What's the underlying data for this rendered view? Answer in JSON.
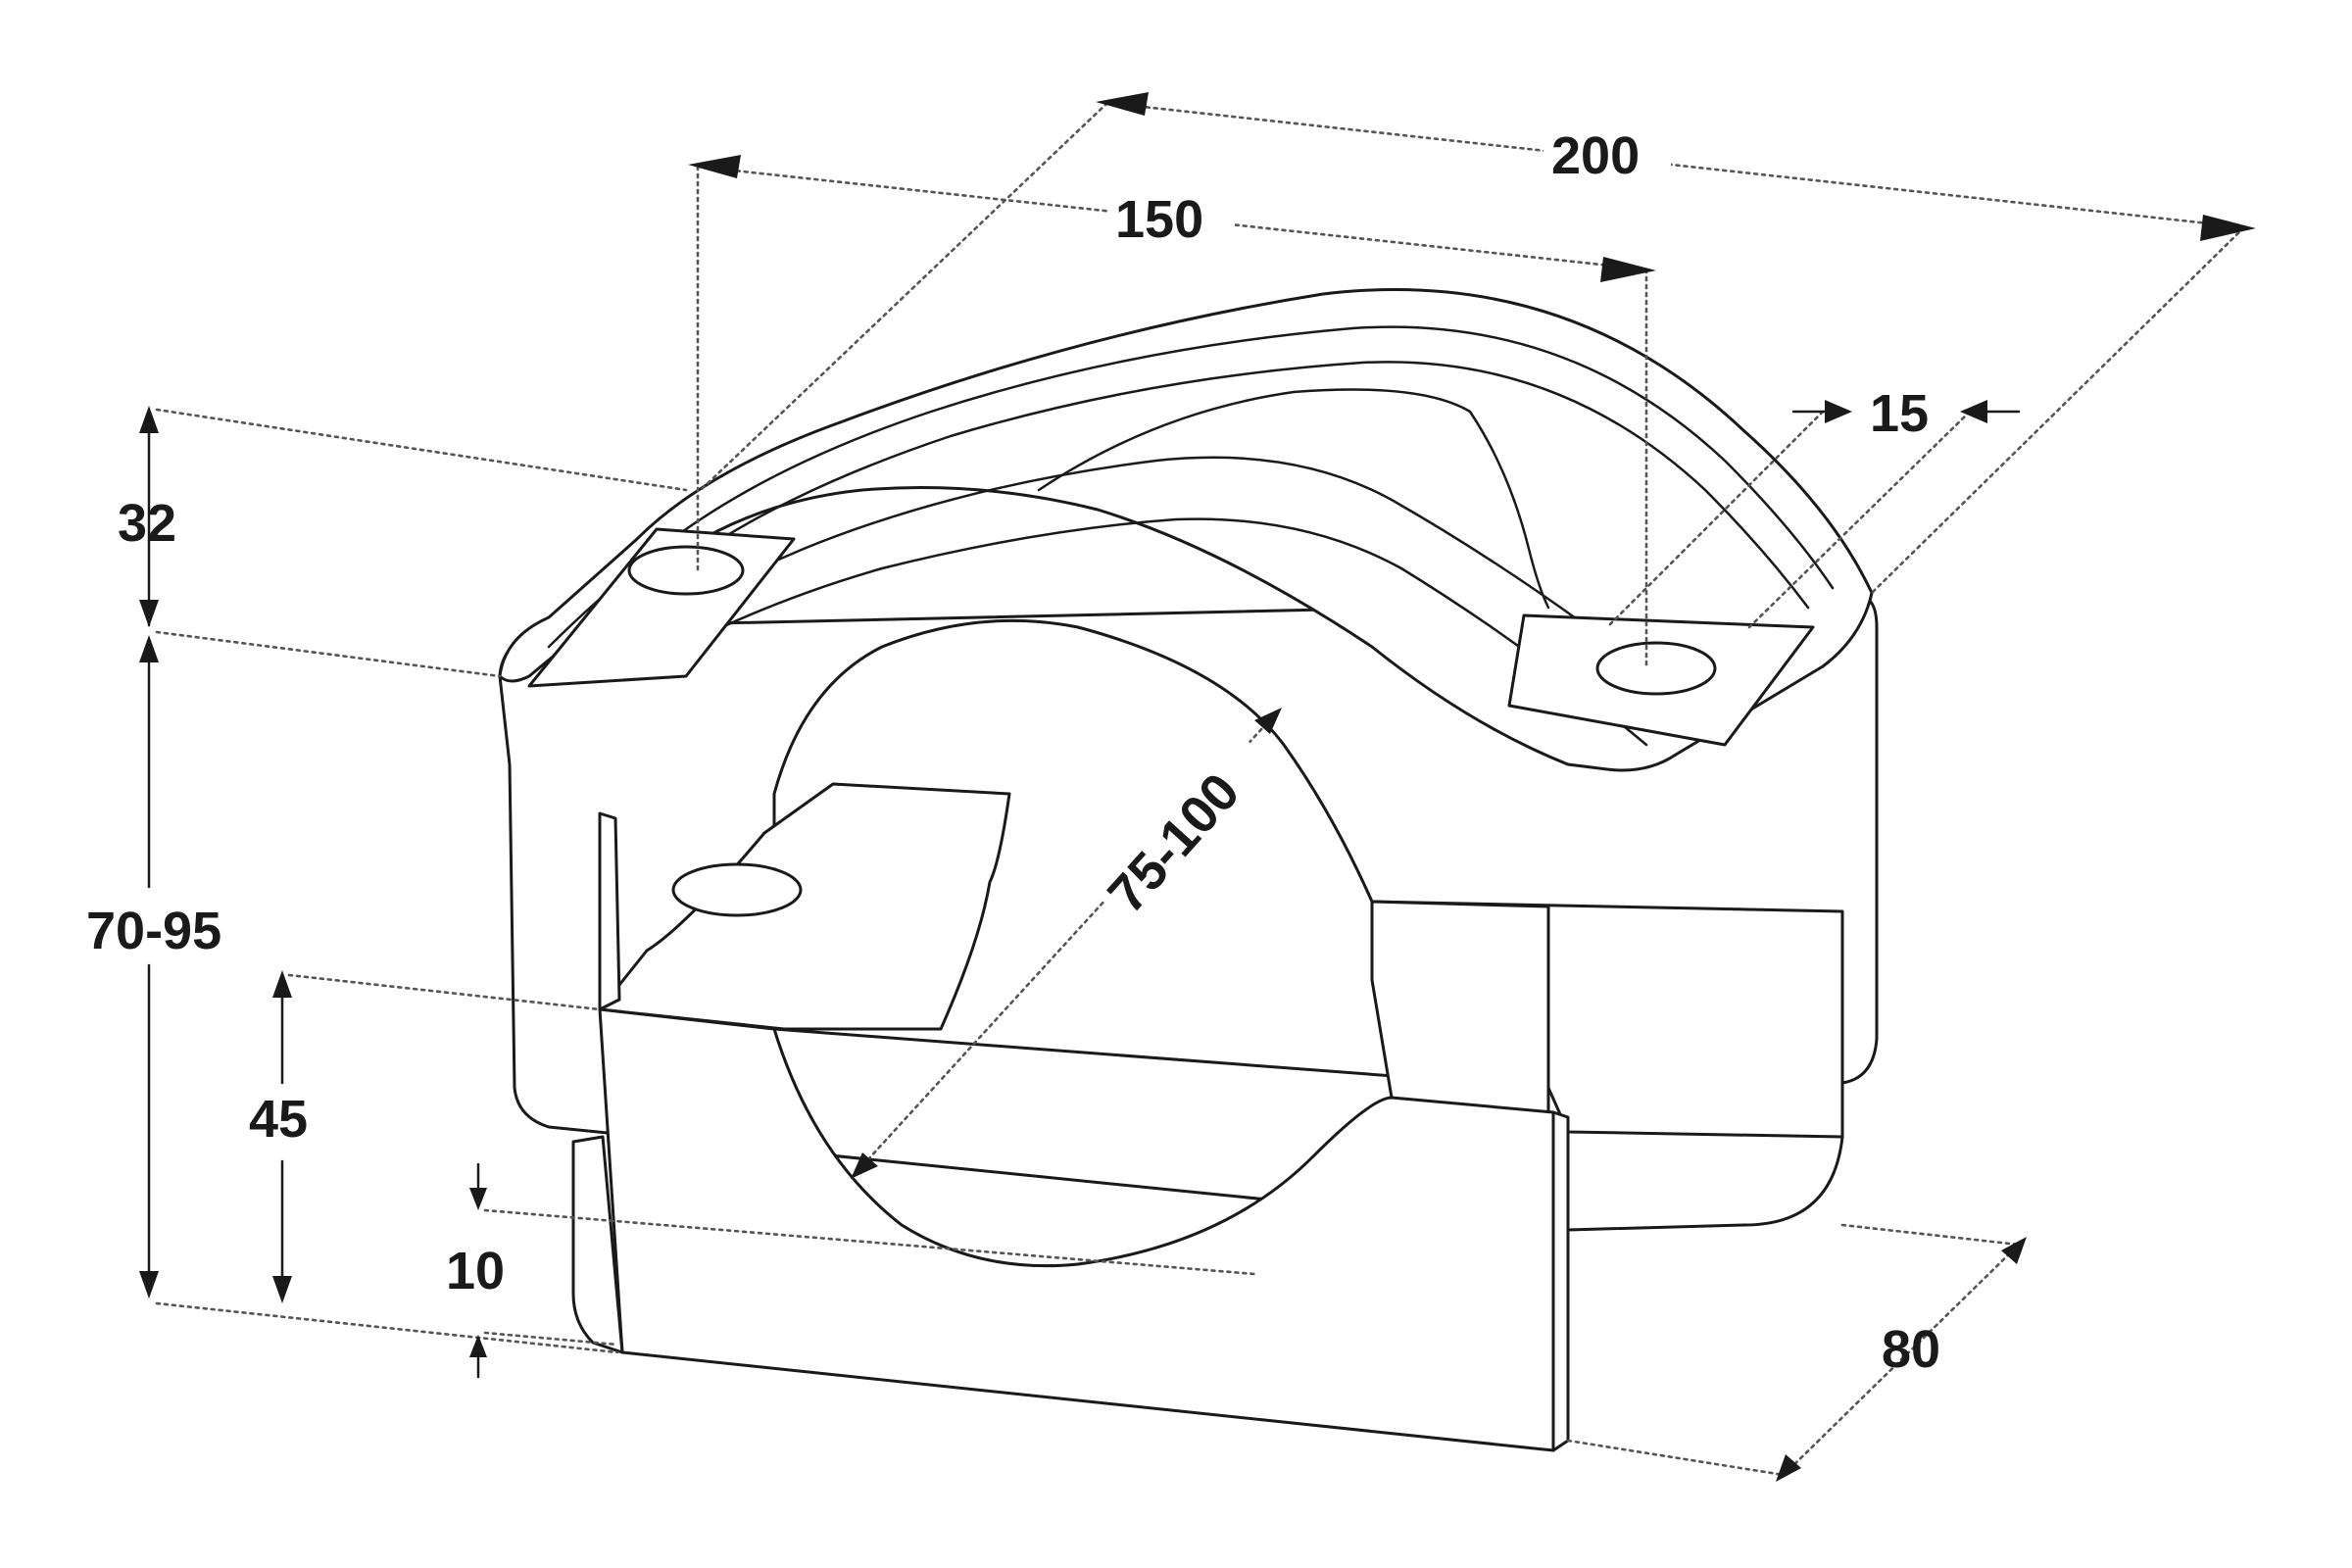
{
  "dimensions": {
    "overall_length": "200",
    "bolt_spacing": "150",
    "flange_width": "15",
    "cap_height": "32",
    "total_height": "70-95",
    "clamp_diameter": "75-100",
    "lower_height": "45",
    "base_height": "10",
    "depth": "80"
  }
}
